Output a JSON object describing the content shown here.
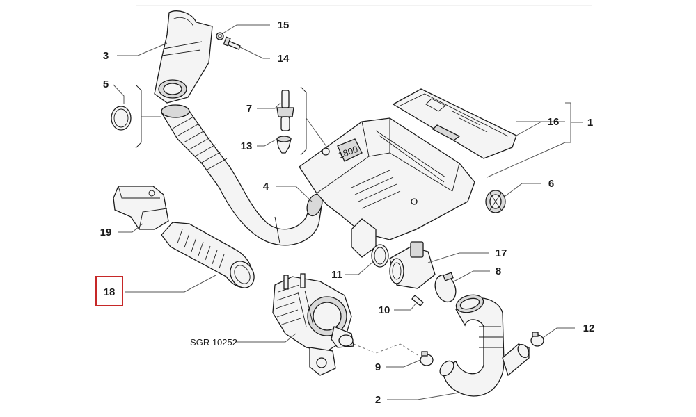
{
  "diagram": {
    "drawing_code": "SGR 10252",
    "highlight_color": "#c62828",
    "parts": [
      {
        "number": "1"
      },
      {
        "number": "2"
      },
      {
        "number": "3"
      },
      {
        "number": "4"
      },
      {
        "number": "5"
      },
      {
        "number": "6"
      },
      {
        "number": "7"
      },
      {
        "number": "8"
      },
      {
        "number": "9"
      },
      {
        "number": "10"
      },
      {
        "number": "11"
      },
      {
        "number": "12"
      },
      {
        "number": "13"
      },
      {
        "number": "14"
      },
      {
        "number": "15"
      },
      {
        "number": "16"
      },
      {
        "number": "17"
      },
      {
        "number": "18",
        "highlighted": true
      },
      {
        "number": "19"
      }
    ],
    "engine_badge": "1800"
  }
}
